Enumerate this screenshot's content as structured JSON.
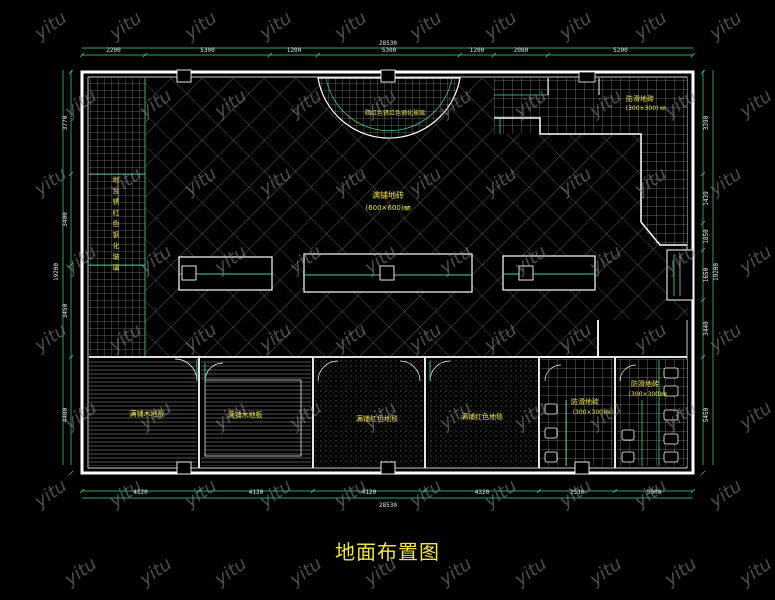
{
  "watermark": "yitu",
  "title": "地面布置图",
  "dims_top": {
    "overall": "28530",
    "segments": [
      "2200",
      "5300",
      "1200",
      "5300",
      "1200",
      "2080",
      "5200"
    ]
  },
  "dims_bottom": {
    "overall": "28530",
    "segments": [
      "4120",
      "4120",
      "4120",
      "4320",
      "2530",
      "5000"
    ]
  },
  "dims_left": {
    "overall": "19200",
    "segments": [
      "3770",
      "3400",
      "3450",
      "4400"
    ]
  },
  "dims_right": {
    "overall": "19200",
    "segments": [
      "3390",
      "1439",
      "1850",
      "1650",
      "3440",
      "5450"
    ]
  },
  "rooms": {
    "arc_strip": "暗红色锈红色钢化玻璃",
    "left_strip": "地台锈红色钢化玻璃",
    "hall_main": "满铺地砖",
    "hall_main_sub": "(600×600)㎜",
    "top_right_tile": "防滑地砖",
    "top_right_tile_sub": "(300×300) ㎜",
    "wood_1": "满铺木地板",
    "wood_2": "满铺木地板",
    "carpet_1": "满铺红色地毯",
    "carpet_2": "满铺红色地毯",
    "wc_tile_left": "防滑地砖",
    "wc_tile_left_sub": "(300×300)㎜",
    "wc_tile_right": "防滑地砖",
    "wc_tile_right_sub": "(300×300)㎜"
  }
}
